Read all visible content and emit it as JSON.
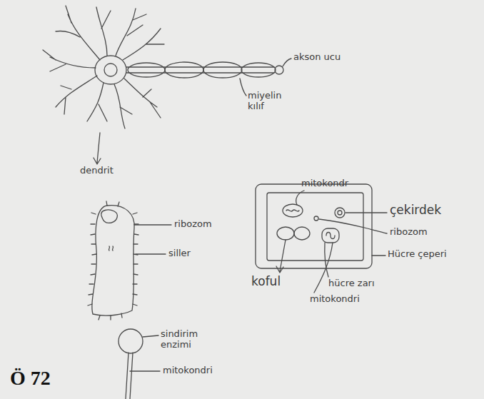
{
  "diagram": {
    "labels": [
      "akson ucu",
      "miyelin kılıf",
      "dendrit",
      "ribozom",
      "siller",
      "mitokondr",
      "çekirdek",
      "ribozom",
      "Hücre çeperi",
      "koful",
      "hücre zarı",
      "mitokondri",
      "sindirim enzimi",
      "mitokondri",
      "Ö 72"
    ]
  }
}
